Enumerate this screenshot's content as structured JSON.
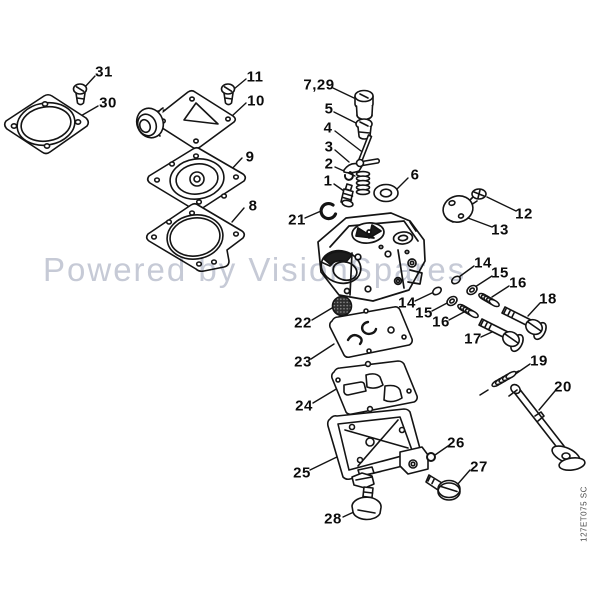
{
  "watermark": {
    "text": "Powered by VisionSpares",
    "color": "#c6cad6"
  },
  "drawing_code": "127ET075 SC",
  "callouts": [
    {
      "key": "31",
      "label": "31"
    },
    {
      "key": "30",
      "label": "30"
    },
    {
      "key": "11",
      "label": "11"
    },
    {
      "key": "10",
      "label": "10"
    },
    {
      "key": "9",
      "label": "9"
    },
    {
      "key": "8",
      "label": "8"
    },
    {
      "key": "7-29",
      "label": "7,29"
    },
    {
      "key": "5",
      "label": "5"
    },
    {
      "key": "4",
      "label": "4"
    },
    {
      "key": "3",
      "label": "3"
    },
    {
      "key": "2",
      "label": "2"
    },
    {
      "key": "1",
      "label": "1"
    },
    {
      "key": "6",
      "label": "6"
    },
    {
      "key": "12",
      "label": "12"
    },
    {
      "key": "13",
      "label": "13"
    },
    {
      "key": "21",
      "label": "21"
    },
    {
      "key": "14-upper",
      "label": "14"
    },
    {
      "key": "15-upper",
      "label": "15"
    },
    {
      "key": "16-upper",
      "label": "16"
    },
    {
      "key": "18",
      "label": "18"
    },
    {
      "key": "14-lower",
      "label": "14"
    },
    {
      "key": "15-lower",
      "label": "15"
    },
    {
      "key": "16-lower",
      "label": "16"
    },
    {
      "key": "17",
      "label": "17"
    },
    {
      "key": "19",
      "label": "19"
    },
    {
      "key": "20",
      "label": "20"
    },
    {
      "key": "22",
      "label": "22"
    },
    {
      "key": "23",
      "label": "23"
    },
    {
      "key": "24",
      "label": "24"
    },
    {
      "key": "25",
      "label": "25"
    },
    {
      "key": "26",
      "label": "26"
    },
    {
      "key": "27",
      "label": "27"
    },
    {
      "key": "28",
      "label": "28"
    }
  ]
}
